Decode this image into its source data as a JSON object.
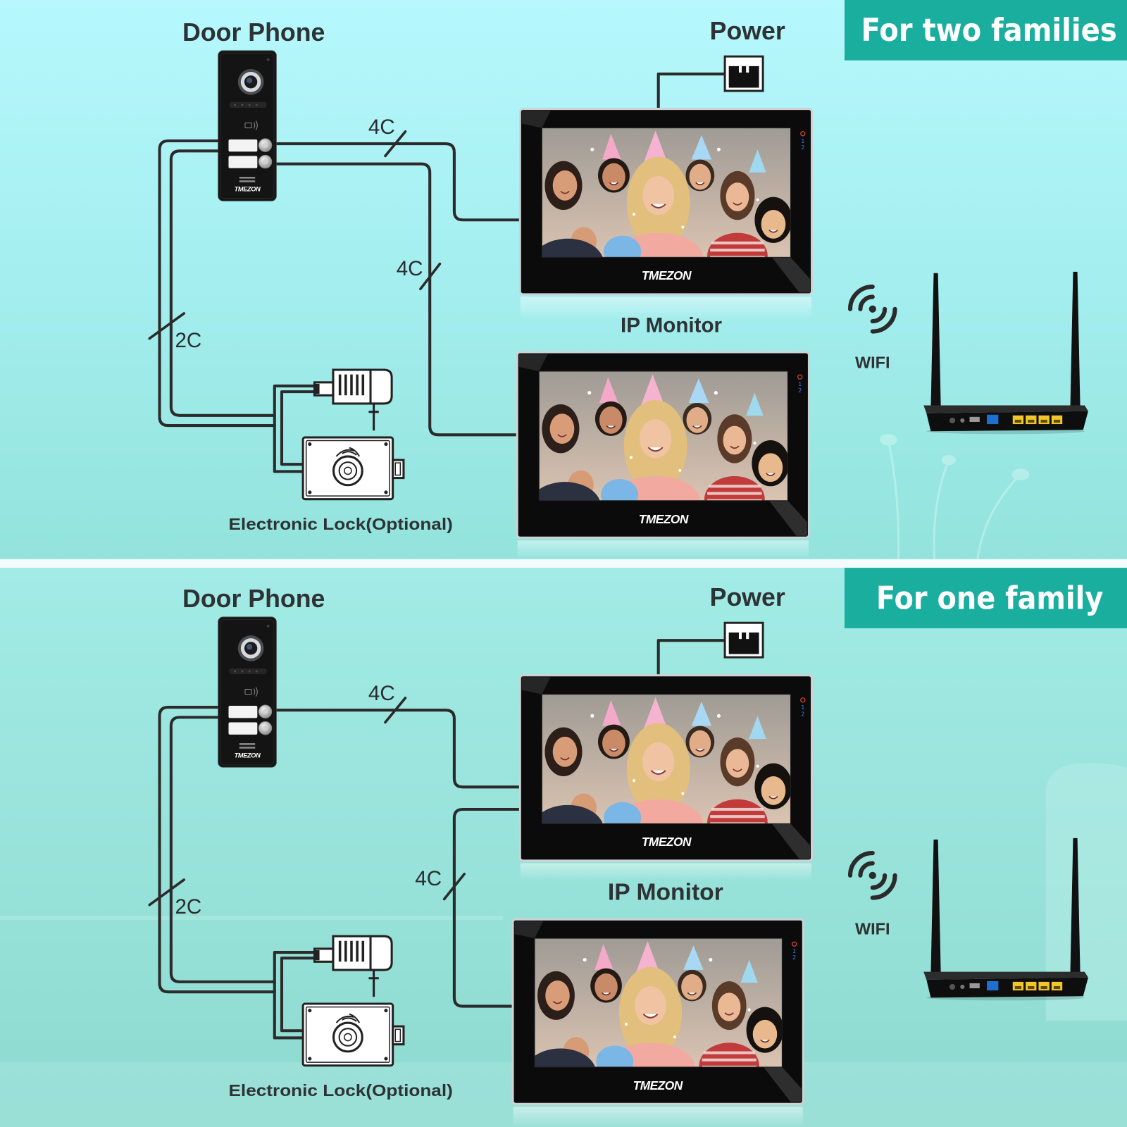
{
  "panels": [
    {
      "badge": "For two families",
      "door_phone_label": "Door Phone",
      "power_label": "Power",
      "monitor_label": "IP Monitor",
      "wifi_label": "WIFI",
      "lock_label": "Electronic Lock(Optional)",
      "wires": {
        "door_to_first_monitor": "4C",
        "door_to_second_monitor": "4C",
        "door_to_lock": "2C"
      }
    },
    {
      "badge": "For one family",
      "door_phone_label": "Door Phone",
      "power_label": "Power",
      "monitor_label": "IP Monitor",
      "wifi_label": "WIFI",
      "lock_label": "Electronic Lock(Optional)",
      "wires": {
        "door_to_first_monitor": "4C",
        "first_to_second_monitor": "4C",
        "door_to_lock": "2C"
      }
    }
  ],
  "brand": "TMEZON",
  "monitor_indicators": [
    "1",
    "2"
  ],
  "icons": [
    "door-phone-camera-icon",
    "power-socket-icon",
    "power-adapter-icon",
    "electronic-lock-icon",
    "wifi-icon",
    "router-icon"
  ],
  "colors": {
    "badge": "#1aae9f",
    "top_panel_bg": "#a4eeef",
    "bottom_panel_bg": "#96e2d9",
    "divider": "#f4fbfb",
    "wire": "#2b2b2b",
    "label_text": "#2e3234",
    "badge_text": "#ffffff"
  }
}
